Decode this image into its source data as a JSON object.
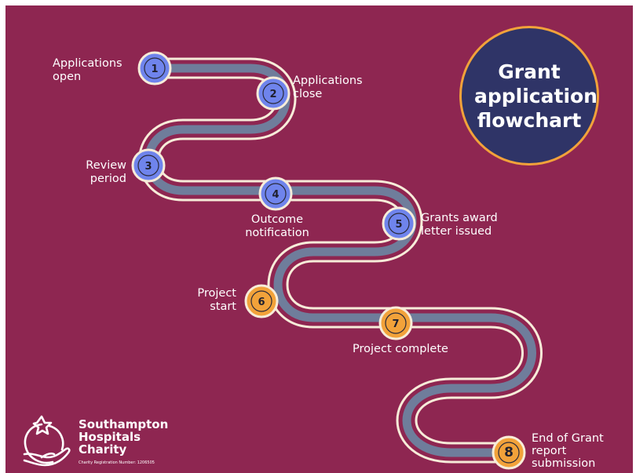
{
  "title": "Grant application flowchart",
  "colors": {
    "background": "#8e2651",
    "path_track": "#6f7d9b",
    "path_edge": "#f7ecd9",
    "step_blue": "#6f84ec",
    "step_orange": "#f2a23a",
    "title_bg": "#2f3467"
  },
  "steps": [
    {
      "number": "1",
      "label": "Applications\nopen",
      "color": "blue"
    },
    {
      "number": "2",
      "label": "Applications\nclose",
      "color": "blue"
    },
    {
      "number": "3",
      "label": "Review\nperiod",
      "color": "blue"
    },
    {
      "number": "4",
      "label": "Outcome\nnotification",
      "color": "blue"
    },
    {
      "number": "5",
      "label": "Grants award\nletter issued",
      "color": "blue"
    },
    {
      "number": "6",
      "label": "Project\nstart",
      "color": "orange"
    },
    {
      "number": "7",
      "label": "Project complete",
      "color": "orange"
    },
    {
      "number": "8",
      "label": "End of Grant\nreport\nsubmission",
      "color": "orange"
    }
  ],
  "organization": {
    "name": "Southampton\nHospitals\nCharity",
    "registration": "Charity Registration Number: 1206505",
    "logo_icon": "heart-hand-logo-icon"
  }
}
